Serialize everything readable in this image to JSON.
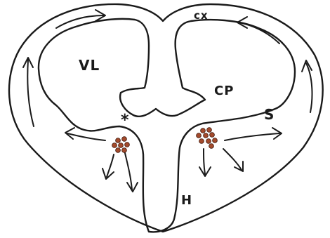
{
  "labels": {
    "cortex": "cx",
    "ventricle": "VL",
    "choroid_plexus": "CP",
    "septum": "S",
    "hippocampus": "H",
    "marker": "*"
  },
  "colors": {
    "ink": "#1a1a1a",
    "cell_cluster": "#a34a2c"
  }
}
